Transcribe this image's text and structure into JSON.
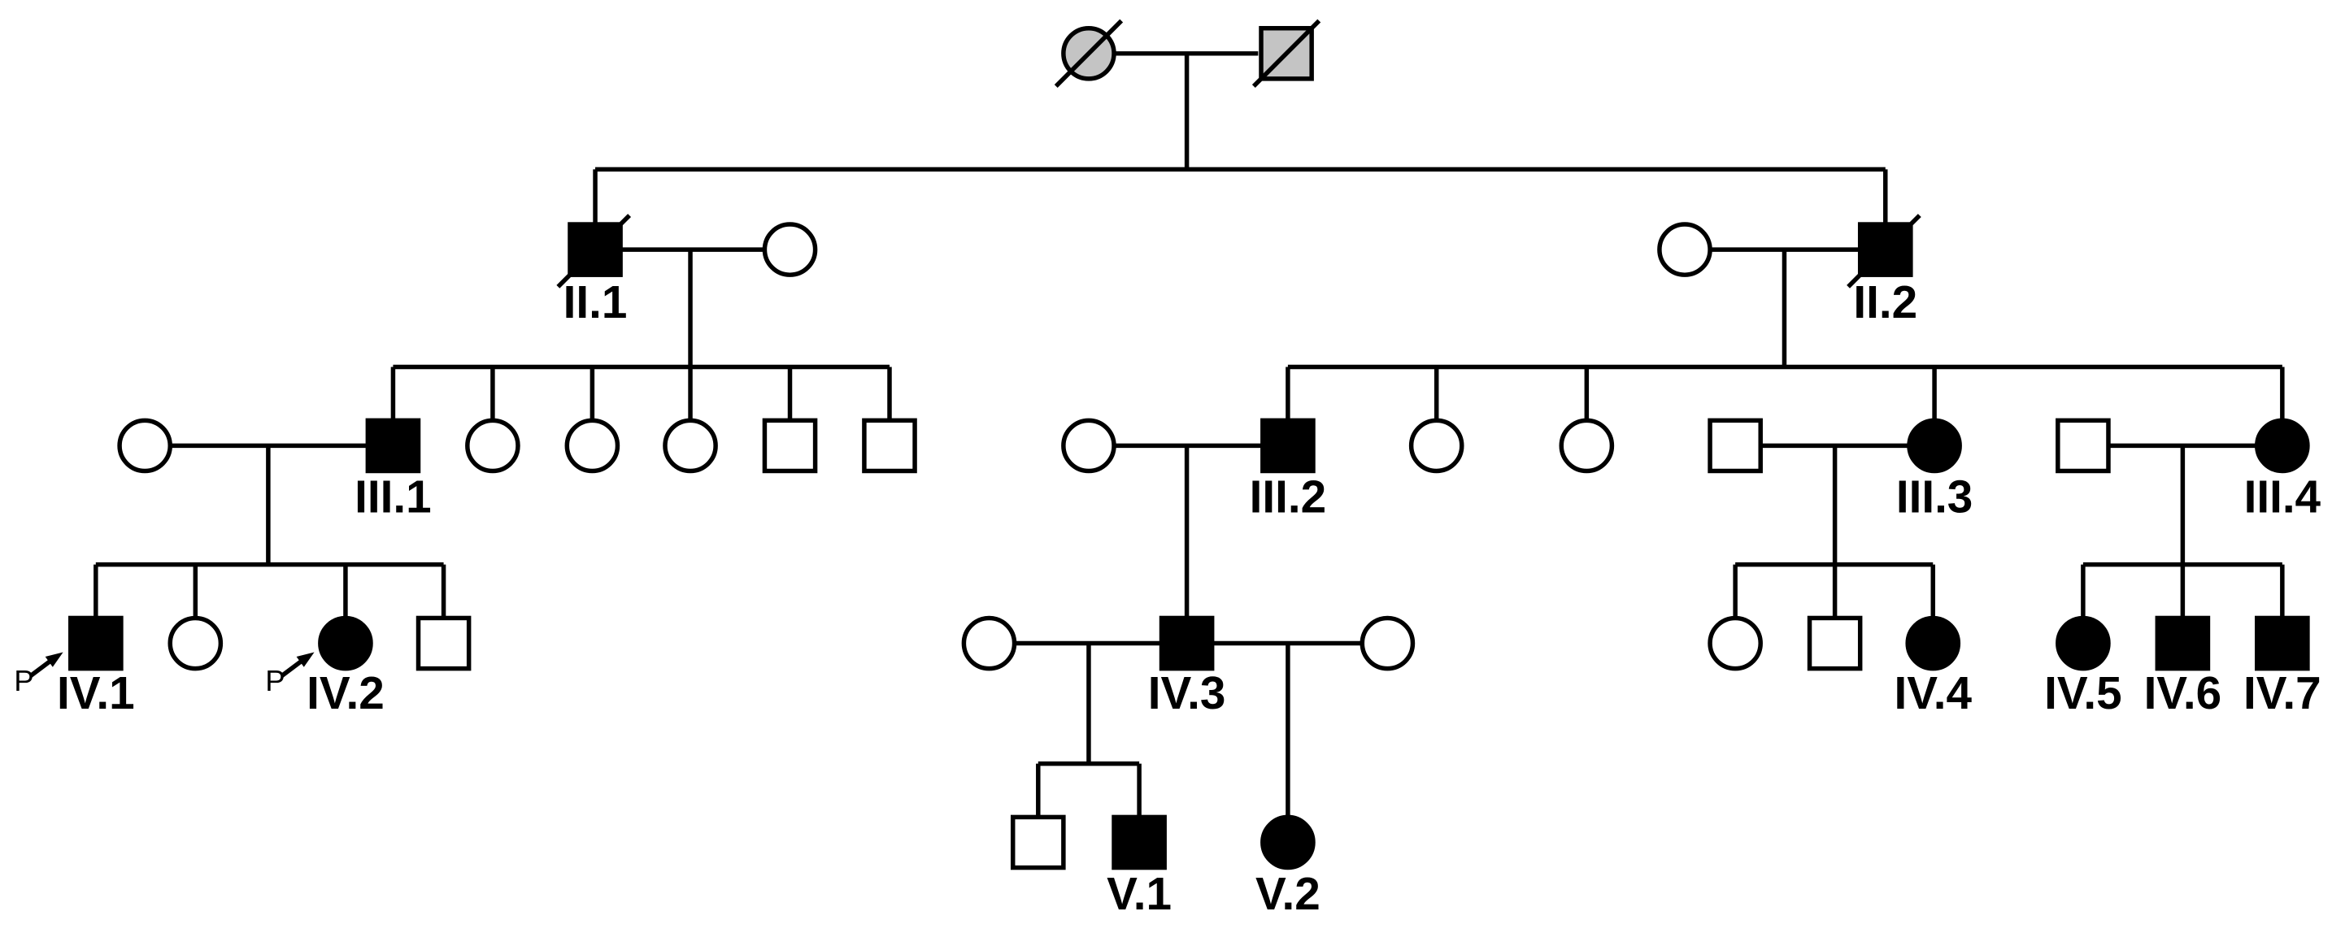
{
  "diagram": {
    "type": "pedigree",
    "colors": {
      "affected": "#000000",
      "unaffected": "#ffffff",
      "unknown_status": "#c4c4c4",
      "line": "#000000"
    },
    "proband_marker": "P",
    "individuals": [
      {
        "id": "I-a",
        "sex": "female",
        "status": "unknown",
        "deceased": true,
        "label": ""
      },
      {
        "id": "I-b",
        "sex": "male",
        "status": "unknown",
        "deceased": true,
        "label": ""
      },
      {
        "id": "II.1",
        "sex": "male",
        "status": "affected",
        "deceased": true,
        "label": "II.1"
      },
      {
        "id": "II.1-spouse",
        "sex": "female",
        "status": "unaffected",
        "label": ""
      },
      {
        "id": "II.2-spouse",
        "sex": "female",
        "status": "unaffected",
        "label": ""
      },
      {
        "id": "II.2",
        "sex": "male",
        "status": "affected",
        "deceased": true,
        "label": "II.2"
      },
      {
        "id": "III.1-spouse",
        "sex": "female",
        "status": "unaffected",
        "label": ""
      },
      {
        "id": "III.1",
        "sex": "male",
        "status": "affected",
        "label": "III.1"
      },
      {
        "id": "III-s1",
        "sex": "female",
        "status": "unaffected",
        "label": ""
      },
      {
        "id": "III-s2",
        "sex": "female",
        "status": "unaffected",
        "label": ""
      },
      {
        "id": "III-s3",
        "sex": "female",
        "status": "unaffected",
        "label": ""
      },
      {
        "id": "III-s4",
        "sex": "male",
        "status": "unaffected",
        "label": ""
      },
      {
        "id": "III-s5",
        "sex": "male",
        "status": "unaffected",
        "label": ""
      },
      {
        "id": "III.2-spouse",
        "sex": "female",
        "status": "unaffected",
        "label": ""
      },
      {
        "id": "III.2",
        "sex": "male",
        "status": "affected",
        "label": "III.2"
      },
      {
        "id": "III-s6",
        "sex": "female",
        "status": "unaffected",
        "label": ""
      },
      {
        "id": "III-s7",
        "sex": "female",
        "status": "unaffected",
        "label": ""
      },
      {
        "id": "III.3-spouse",
        "sex": "male",
        "status": "unaffected",
        "label": ""
      },
      {
        "id": "III.3",
        "sex": "female",
        "status": "affected",
        "label": "III.3"
      },
      {
        "id": "III.4-spouse",
        "sex": "male",
        "status": "unaffected",
        "label": ""
      },
      {
        "id": "III.4",
        "sex": "female",
        "status": "affected",
        "label": "III.4"
      },
      {
        "id": "IV.1",
        "sex": "male",
        "status": "affected",
        "proband": true,
        "label": "IV.1"
      },
      {
        "id": "IV-s1",
        "sex": "female",
        "status": "unaffected",
        "label": ""
      },
      {
        "id": "IV.2",
        "sex": "female",
        "status": "affected",
        "proband": true,
        "label": "IV.2"
      },
      {
        "id": "IV-s2",
        "sex": "male",
        "status": "unaffected",
        "label": ""
      },
      {
        "id": "IV.3-spouse1",
        "sex": "female",
        "status": "unaffected",
        "label": ""
      },
      {
        "id": "IV.3",
        "sex": "male",
        "status": "affected",
        "label": "IV.3"
      },
      {
        "id": "IV.3-spouse2",
        "sex": "female",
        "status": "unaffected",
        "label": ""
      },
      {
        "id": "IV-s3",
        "sex": "female",
        "status": "unaffected",
        "label": ""
      },
      {
        "id": "IV-s4",
        "sex": "male",
        "status": "unaffected",
        "label": ""
      },
      {
        "id": "IV.4",
        "sex": "female",
        "status": "affected",
        "label": "IV.4"
      },
      {
        "id": "IV.5",
        "sex": "female",
        "status": "affected",
        "label": "IV.5"
      },
      {
        "id": "IV.6",
        "sex": "male",
        "status": "affected",
        "label": "IV.6"
      },
      {
        "id": "IV.7",
        "sex": "male",
        "status": "affected",
        "label": "IV.7"
      },
      {
        "id": "V-s1",
        "sex": "male",
        "status": "unaffected",
        "label": ""
      },
      {
        "id": "V.1",
        "sex": "male",
        "status": "affected",
        "label": "V.1"
      },
      {
        "id": "V.2",
        "sex": "female",
        "status": "affected",
        "label": "V.2"
      }
    ]
  }
}
